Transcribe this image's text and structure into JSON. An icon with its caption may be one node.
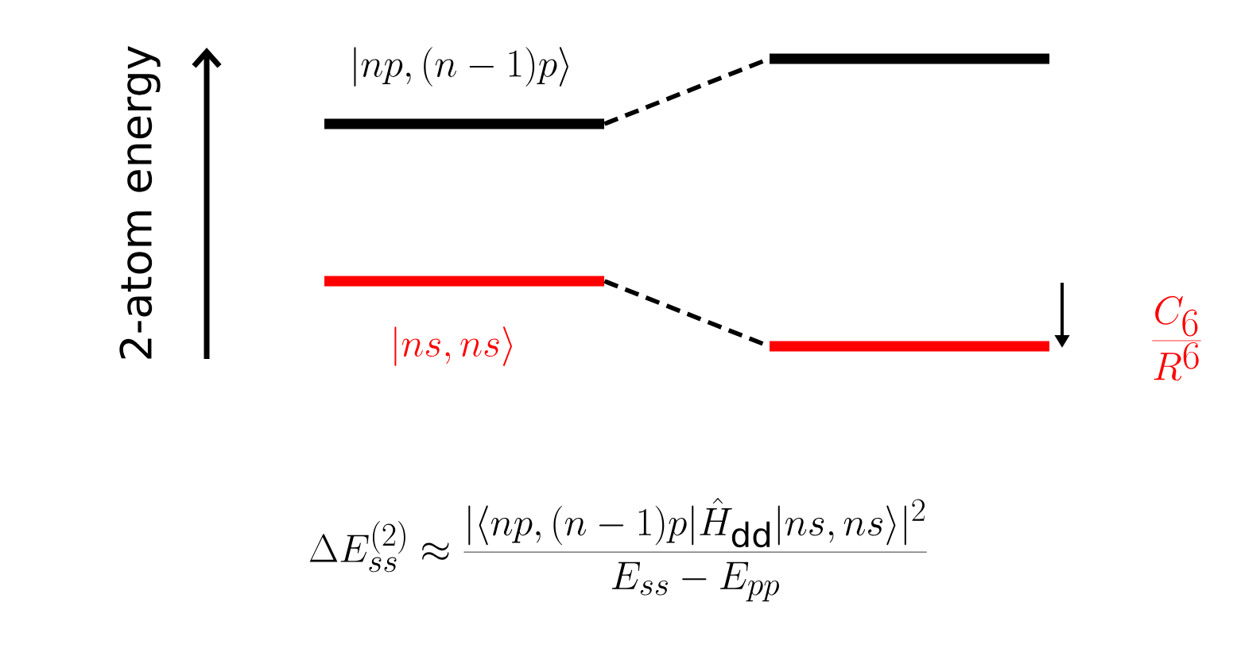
{
  "diagram": {
    "nodes": [
      {
        "text": [],
        "shape": "bar",
        "beside": [
          "|np,(n-1)p\\rangle"
        ]
      },
      {
        "text": [],
        "shape": "bar"
      },
      {
        "text": [],
        "shape": "bar",
        "beside": [
          "|ns,ns\\rangle"
        ]
      },
      {
        "text": [],
        "shape": "bar"
      }
    ],
    "edges": [
      {
        "from": 0,
        "to": 1,
        "arrow": "none",
        "style": "dashed"
      },
      {
        "from": 2,
        "to": 3,
        "arrow": "none",
        "style": "dashed"
      }
    ],
    "labels": [
      "2-atom energy",
      "\\frac{C_6}{R^6}",
      "\\Delta E_{ss}^{(2)} \\approx \\frac{|\\langle np,(n-1)p|\\hat{H}_{\\mathrm{dd}}|ns,ns\\rangle|^2}{E_{ss}-E_{pp}}"
    ]
  }
}
